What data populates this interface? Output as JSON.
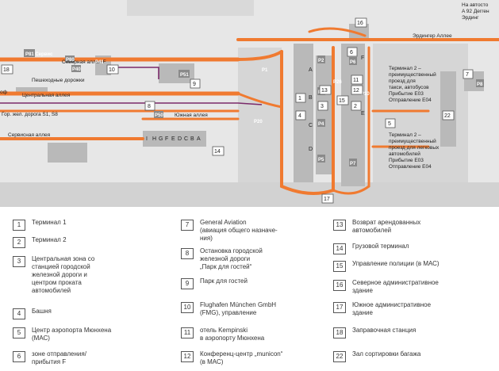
{
  "map": {
    "top_right_note": [
      "Ha автосто",
      "A 92 Дегген",
      "Эрдинг"
    ],
    "street_labels": {
      "erdinger_allee": "Эрдингер Аллее",
      "north_alley": "Северная аллея F",
      "pedestrian": "Пешеходные дорожки",
      "central_alley": "Центральная аллея",
      "railway": "Гор. жел. дорога S1, S8",
      "service_alley": "Сервисная аллея",
      "south_alley": "Южная аллея",
      "of": "оф"
    },
    "parking_labels": [
      "P81 Сервис",
      "P80",
      "P40",
      "P50",
      "P51",
      "P2",
      "P3",
      "P4",
      "P5",
      "P6",
      "P7",
      "P8",
      "P20",
      "P26",
      "P41",
      "P1",
      "P10"
    ],
    "hall_letters_1": [
      "A",
      "B",
      "C",
      "D"
    ],
    "hall_letters_2": [
      "E",
      "F"
    ],
    "cargo_letters": [
      "I",
      "H",
      "G",
      "F",
      "E",
      "D",
      "C",
      "B",
      "A"
    ],
    "terminal2_taxi": [
      "Терминал 2 –",
      "преимущественный",
      "проезд для",
      "такси, автобусов",
      "Прибытие E03",
      "Отправление E04"
    ],
    "terminal2_cars": [
      "Терминал 2 –",
      "преимущественный",
      "проезд для легковых",
      "автомобилей",
      "Прибытие E03",
      "Отправление E04"
    ],
    "map_numbers": [
      "1",
      "2",
      "3",
      "4",
      "5",
      "6",
      "7",
      "8",
      "9",
      "10",
      "11",
      "12",
      "13",
      "14",
      "15",
      "16",
      "17",
      "18",
      "22"
    ],
    "colors": {
      "road": "#f07a30",
      "map_bg": "#e7e7e7",
      "building": "#b9b9b9",
      "rail": "#7a2a6a"
    }
  },
  "legend": {
    "col1": [
      {
        "num": "1",
        "text": "Терминал 1"
      },
      {
        "num": "2",
        "text": "Терминал 2"
      },
      {
        "num": "3",
        "text": "Центральная зона со\nстанцией городской\nжелезной дороги и\nцентром проката\nавтомобилей"
      },
      {
        "num": "4",
        "text": "Башня"
      },
      {
        "num": "5",
        "text": "Центр аэропорта Мюнхена\n(МАС)"
      },
      {
        "num": "6",
        "text": "зоне отправления/\nприбытия F"
      }
    ],
    "col2": [
      {
        "num": "7",
        "text": "General Aviation\n(авиация общего назначе-\nния)"
      },
      {
        "num": "8",
        "text": "Остановка городской\nжелезной дороги\n„Парк для гостей“"
      },
      {
        "num": "9",
        "text": "Парк для гостей"
      },
      {
        "num": "10",
        "text": "Flughafen München GmbH\n(FMG), управление"
      },
      {
        "num": "11",
        "text": "отель Kempinski\nв аэропорту Мюнхена"
      },
      {
        "num": "12",
        "text": "Конференц-центр „municon“\n(в МАС)"
      }
    ],
    "col3": [
      {
        "num": "13",
        "text": "Возврат арендованных\nавтомобилей"
      },
      {
        "num": "14",
        "text": "Грузовой терминал"
      },
      {
        "num": "15",
        "text": "Управление полиции (в МАС)"
      },
      {
        "num": "16",
        "text": "Северное административное\nздание"
      },
      {
        "num": "17",
        "text": "Южное административное\nздание"
      },
      {
        "num": "18",
        "text": "Заправочная станция"
      },
      {
        "num": "22",
        "text": "Зал сортировки багажа"
      }
    ]
  }
}
